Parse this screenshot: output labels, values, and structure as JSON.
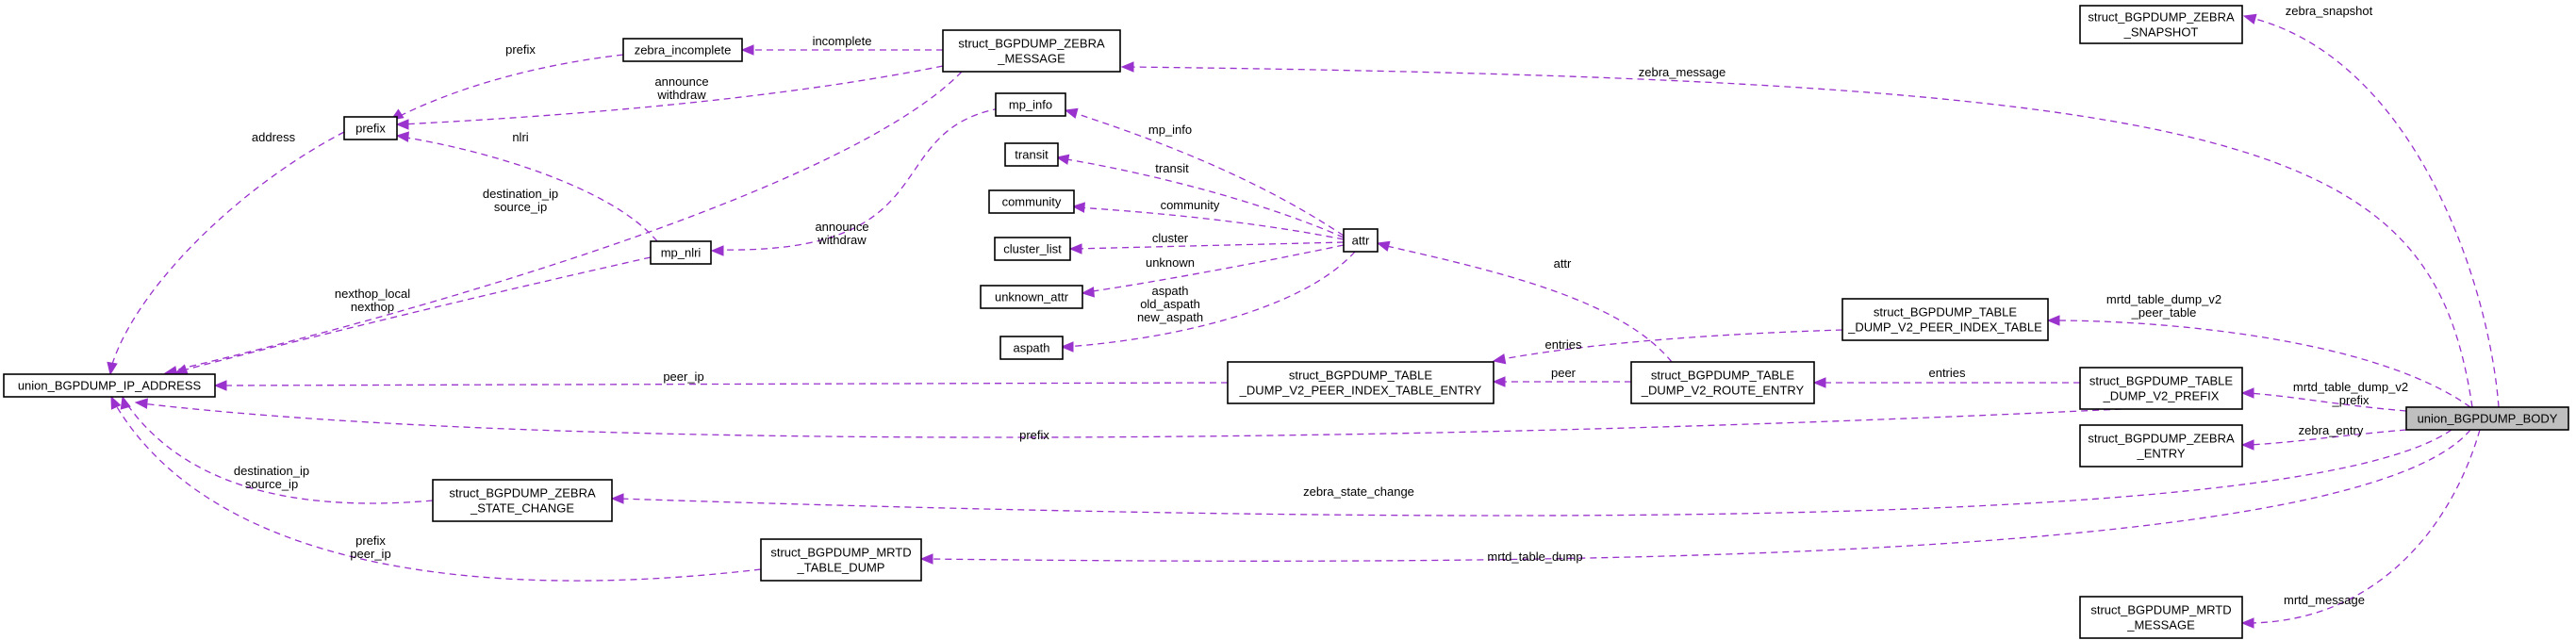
{
  "nodes": {
    "ip_address": "union_BGPDUMP_IP_ADDRESS",
    "prefix": "prefix",
    "zebra_incomplete": "zebra_incomplete",
    "zebra_message": [
      "struct_BGPDUMP_ZEBRA",
      "_MESSAGE"
    ],
    "mp_info": "mp_info",
    "transit": "transit",
    "community": "community",
    "cluster_list": "cluster_list",
    "unknown_attr": "unknown_attr",
    "aspath": "aspath",
    "mp_nlri": "mp_nlri",
    "attr": "attr",
    "zebra_snapshot": [
      "struct_BGPDUMP_ZEBRA",
      "_SNAPSHOT"
    ],
    "peer_index_table": [
      "struct_BGPDUMP_TABLE",
      "_DUMP_V2_PEER_INDEX_TABLE"
    ],
    "peer_index_table_entry": [
      "struct_BGPDUMP_TABLE",
      "_DUMP_V2_PEER_INDEX_TABLE_ENTRY"
    ],
    "route_entry": [
      "struct_BGPDUMP_TABLE",
      "_DUMP_V2_ROUTE_ENTRY"
    ],
    "v2_prefix": [
      "struct_BGPDUMP_TABLE",
      "_DUMP_V2_PREFIX"
    ],
    "body": "union_BGPDUMP_BODY",
    "zebra_entry": [
      "struct_BGPDUMP_ZEBRA",
      "_ENTRY"
    ],
    "zebra_state_change": [
      "struct_BGPDUMP_ZEBRA",
      "_STATE_CHANGE"
    ],
    "mrtd_table_dump": [
      "struct_BGPDUMP_MRTD",
      "_TABLE_DUMP"
    ],
    "mrtd_message": [
      "struct_BGPDUMP_MRTD",
      "_MESSAGE"
    ]
  },
  "edge_labels": {
    "address": [
      "address"
    ],
    "prefix_incomplete": [
      "prefix"
    ],
    "incomplete": [
      "incomplete"
    ],
    "announce_withdraw_prefix": [
      "announce",
      "withdraw"
    ],
    "nlri": [
      "nlri"
    ],
    "dest_source_zm": [
      "destination_ip",
      "source_ip"
    ],
    "announce_withdraw_mp": [
      "announce",
      "withdraw"
    ],
    "nexthop": [
      "nexthop_local",
      "nexthop"
    ],
    "mp_info": [
      "mp_info"
    ],
    "transit": [
      "transit"
    ],
    "community": [
      "community"
    ],
    "cluster": [
      "cluster"
    ],
    "unknown": [
      "unknown"
    ],
    "aspath": [
      "aspath",
      "old_aspath",
      "new_aspath"
    ],
    "zebra_message": [
      "zebra_message"
    ],
    "zebra_snapshot": [
      "zebra_snapshot"
    ],
    "attr": [
      "attr"
    ],
    "entries_pit": [
      "entries"
    ],
    "peer_ip": [
      "peer_ip"
    ],
    "peer": [
      "peer"
    ],
    "entries_pfx": [
      "entries"
    ],
    "peer_table": [
      "mrtd_table_dump_v2",
      "_peer_table"
    ],
    "v2_prefix": [
      "mrtd_table_dump_v2",
      "_prefix"
    ],
    "prefix_body": [
      "prefix"
    ],
    "zebra_entry": [
      "zebra_entry"
    ],
    "dest_source_sc": [
      "destination_ip",
      "source_ip"
    ],
    "zebra_state_change": [
      "zebra_state_change"
    ],
    "prefix_peer_ip": [
      "prefix",
      "peer_ip"
    ],
    "mrtd_table_dump": [
      "mrtd_table_dump"
    ],
    "mrtd_message": [
      "mrtd_message"
    ]
  },
  "colors": {
    "edge": "#9a32cd",
    "focus_fill": "#bfbfbf",
    "node_border": "#000000"
  }
}
